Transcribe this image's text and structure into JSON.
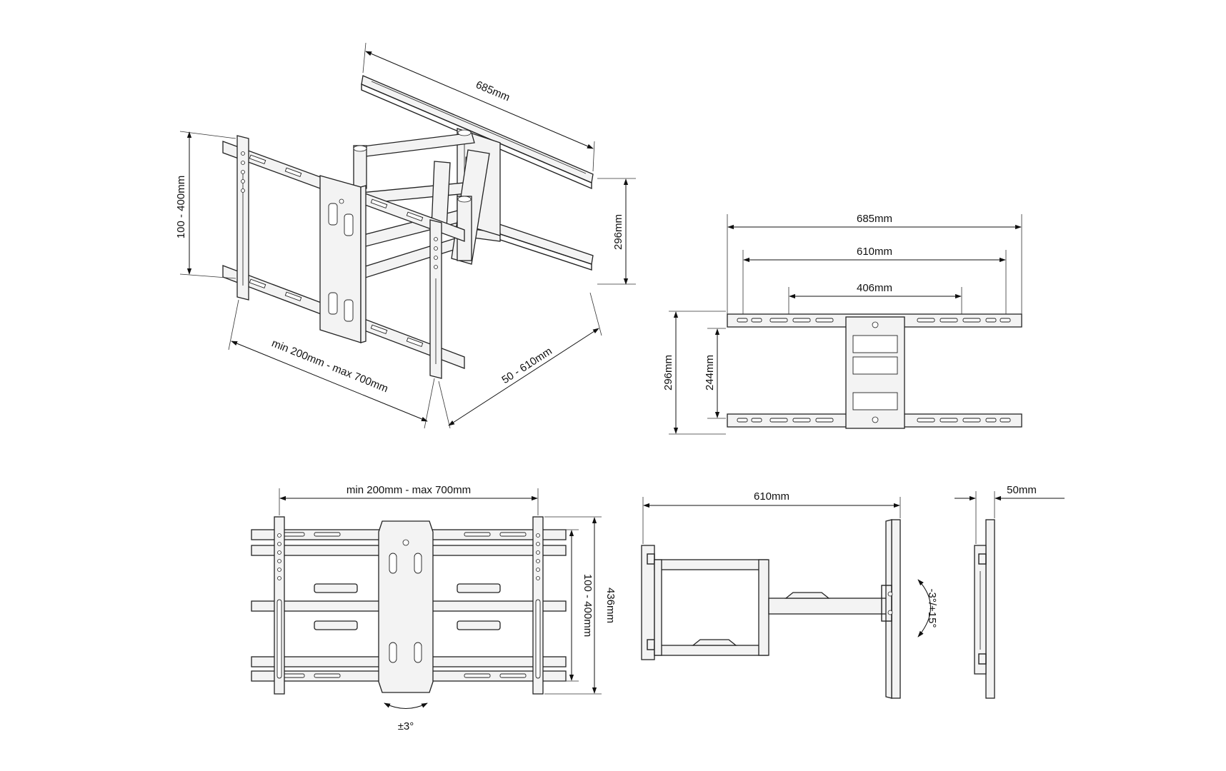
{
  "views": {
    "perspective": {
      "dim_wall_width": "685mm",
      "dim_vertical_vesa": "100 - 400mm",
      "dim_height": "296mm",
      "dim_horizontal_vesa": "min 200mm - max 700mm",
      "dim_extension": "50 - 610mm"
    },
    "front_wall_plate": {
      "dim_overall": "685mm",
      "dim_mid": "610mm",
      "dim_inner": "406mm",
      "dim_height": "296mm",
      "dim_inner_height": "244mm"
    },
    "rear_tv_bracket": {
      "dim_width": "min 200mm - max 700mm",
      "dim_vesa_height": "100 - 400mm",
      "dim_height": "436mm",
      "rotation": "±3°"
    },
    "side_extended": {
      "dim_extension": "610mm",
      "tilt": "-3°/+15°"
    },
    "side_retracted": {
      "dim_depth": "50mm"
    }
  }
}
